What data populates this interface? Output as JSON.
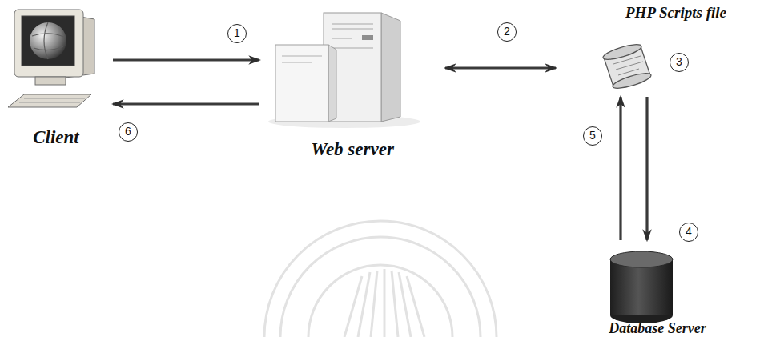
{
  "diagram": {
    "nodes": [
      {
        "text": [
          "Client"
        ]
      },
      {
        "text": [
          "Web server"
        ]
      },
      {
        "text": [
          "PHP Scripts file"
        ]
      },
      {
        "text": [
          "Database Server"
        ]
      }
    ],
    "edges": [
      {
        "from": 0,
        "to": 1,
        "arrow": "to"
      },
      {
        "from": 1,
        "to": 0,
        "arrow": "to"
      },
      {
        "from": 1,
        "to": 2,
        "arrow": "both"
      },
      {
        "from": 2,
        "to": 3,
        "arrow": "to"
      },
      {
        "from": 3,
        "to": 2,
        "arrow": "to"
      }
    ],
    "labels": [
      "1",
      "2",
      "3",
      "4",
      "5",
      "6"
    ]
  }
}
